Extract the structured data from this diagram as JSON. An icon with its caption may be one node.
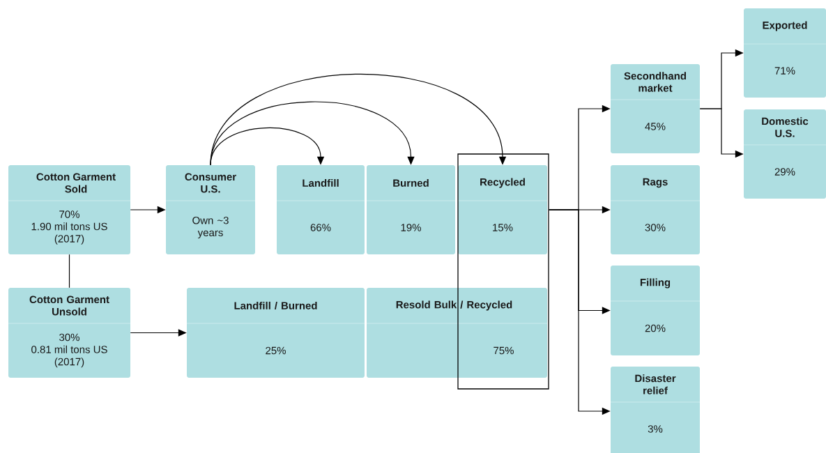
{
  "diagram": {
    "nodes": [
      {
        "text": [
          "Cotton Garment Sold",
          "70% 1.90 mil tons US (2017)"
        ]
      },
      {
        "text": [
          "Consumer U.S.",
          "Own ~3 years"
        ]
      },
      {
        "text": [
          "Landfill",
          "66%"
        ]
      },
      {
        "text": [
          "Burned",
          "19%"
        ]
      },
      {
        "text": [],
        "shape": "box"
      },
      {
        "text": [
          "Recycled",
          "15%"
        ],
        "in": 4
      },
      {
        "text": [
          "Cotton Garment Unsold",
          "30% 0.81 mil tons US (2017)"
        ]
      },
      {
        "text": [
          "Landfill / Burned",
          "25%"
        ]
      },
      {
        "text": [
          "Resold Bulk / Recycled",
          "75%"
        ]
      },
      {
        "text": [
          "Secondhand market",
          "45%"
        ]
      },
      {
        "text": [
          "Rags",
          "30%"
        ]
      },
      {
        "text": [
          "Filling",
          "20%"
        ]
      },
      {
        "text": [
          "Disaster relief",
          "3%"
        ]
      },
      {
        "text": [
          "Exported",
          "71%"
        ]
      },
      {
        "text": [
          "Domestic U.S.",
          "29%"
        ]
      }
    ],
    "edges": [
      {
        "from": 0,
        "to": 1,
        "arrow": "to"
      },
      {
        "from": 0,
        "to": 6,
        "arrow": "none"
      },
      {
        "from": 6,
        "to": 7,
        "arrow": "to"
      },
      {
        "from": 1,
        "to": 2,
        "arrow": "to"
      },
      {
        "from": 1,
        "to": 3,
        "arrow": "to"
      },
      {
        "from": 1,
        "to": 5,
        "arrow": "to"
      },
      {
        "from": 4,
        "to": 9,
        "arrow": "to"
      },
      {
        "from": 4,
        "to": 10,
        "arrow": "to"
      },
      {
        "from": 4,
        "to": 11,
        "arrow": "to"
      },
      {
        "from": 4,
        "to": 12,
        "arrow": "to"
      },
      {
        "from": 9,
        "to": 13,
        "arrow": "to"
      },
      {
        "from": 9,
        "to": 14,
        "arrow": "to"
      }
    ]
  }
}
